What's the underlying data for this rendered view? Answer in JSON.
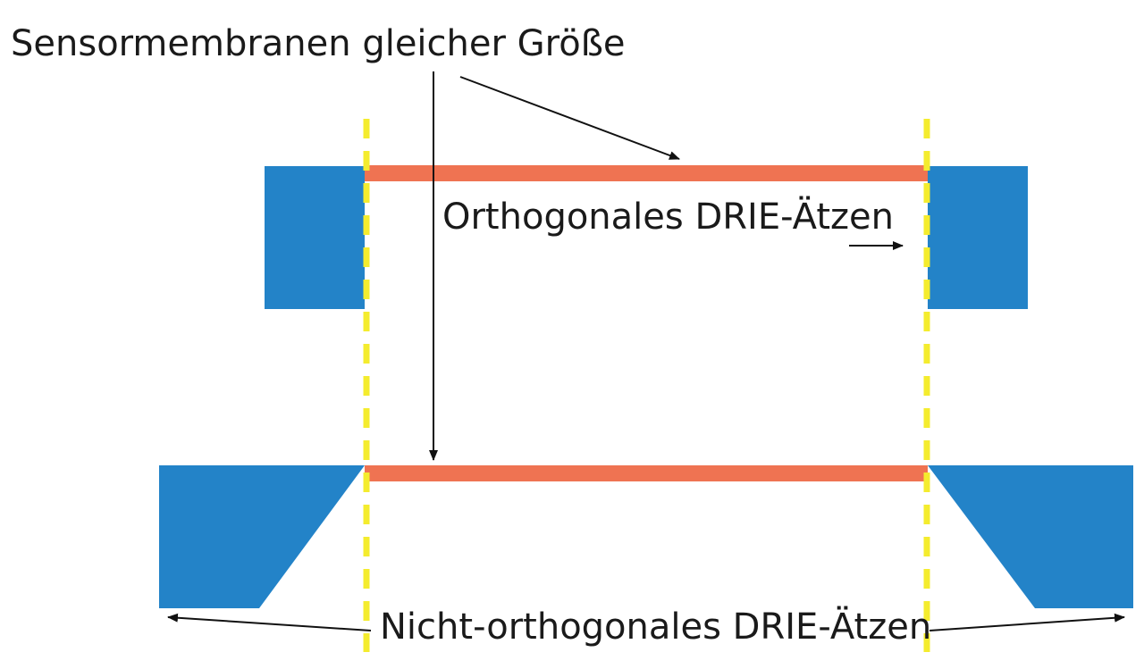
{
  "labels": {
    "top": "Sensormembranen gleicher Größe",
    "orthogonal": "Orthogonales DRIE-Ätzen",
    "non_orthogonal": "Nicht-orthogonales DRIE-Ätzen"
  },
  "colors": {
    "substrate": "#2383c8",
    "membrane": "#ef7352",
    "guide": "#f4ec2e",
    "arrow": "#111111",
    "background": "#ffffff"
  }
}
